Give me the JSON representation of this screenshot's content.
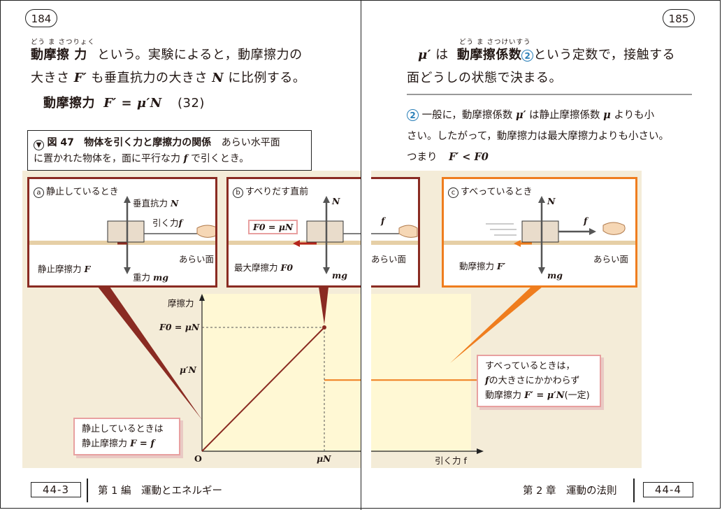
{
  "pages": {
    "left": {
      "number": "184",
      "ruby_term": "どう ま さつりょく",
      "term": "動摩擦 力",
      "line1_rest": "という。実験によると，動摩擦力の",
      "line2_a": "大きさ",
      "line2_var1": "F′",
      "line2_b": "も垂直抗力の大きさ",
      "line2_var2": "N",
      "line2_c": "に比例する。",
      "formula_label": "動摩擦力",
      "formula": "F′ = μ′N",
      "formula_number": "(32)"
    },
    "right": {
      "number": "185",
      "line1_var": "μ′",
      "line1_a": "は",
      "ruby_term": "どう ま さつけいすう",
      "term": "動摩擦係数",
      "note_mark": "2",
      "line1_b": "という定数で，接触する",
      "line2": "面どうしの状態で決まる。",
      "note_mark_2": "2",
      "note_line1_a": "一般に，動摩擦係数",
      "note_var1": "μ′",
      "note_line1_b": "は静止摩擦係数",
      "note_var2": "μ",
      "note_line1_c": "よりも小",
      "note_line2": "さい。したがって，動摩擦力は最大摩擦力よりも小さい。",
      "note_line3_a": "つまり",
      "note_formula": "F′ < F0"
    }
  },
  "figure": {
    "icon": "down-arrow-circle",
    "label": "図 47",
    "title": "物体を引く力と摩擦力の関係",
    "desc1": "あらい水平面",
    "desc2_a": "に置かれた物体を，面に平行な力",
    "desc2_var": "f",
    "desc2_b": "で引くとき。",
    "panels": [
      {
        "mark": "a",
        "title": "静止しているとき",
        "normal": "垂直抗力",
        "normal_var": "N",
        "pull": "引く力",
        "pull_var": "f",
        "friction": "静止摩擦力",
        "friction_var": "F",
        "gravity": "重力",
        "gravity_var": "mg",
        "surface": "あらい面"
      },
      {
        "mark": "b",
        "title": "すべりだす直前",
        "normal_var": "N",
        "box_label": "F0 = μN",
        "friction": "最大摩擦力",
        "friction_var": "F0",
        "gravity_var": "mg",
        "pull_var": "f",
        "surface": "あらい面"
      },
      {
        "mark": "c",
        "title": "すべっているとき",
        "normal_var": "N",
        "pull_var": "f",
        "friction": "動摩擦力",
        "friction_var": "F′",
        "gravity_var": "mg",
        "surface": "あらい面"
      }
    ],
    "callout_static_1": "静止しているときは",
    "callout_static_2_a": "静止摩擦力",
    "callout_static_2_b": "F = f",
    "callout_slide_1": "すべっているときは，",
    "callout_slide_2_var": "f",
    "callout_slide_2_b": "の大きさにかかわらず",
    "callout_slide_3_a": "動摩擦力",
    "callout_slide_3_b": "F′ = μ′N",
    "callout_slide_3_c": "(一定)"
  },
  "chart_data": {
    "type": "line",
    "ylabel": "摩擦力",
    "xlabel": "引く力 f",
    "origin_label": "O",
    "x_ticks": [
      "μN"
    ],
    "y_ticks": [
      "F0 = μN",
      "μ′N"
    ],
    "series": [
      {
        "points": [
          [
            0,
            0
          ],
          [
            1,
            1
          ]
        ]
      },
      {
        "points": [
          [
            1,
            0.575
          ],
          [
            2.5,
            0.575
          ]
        ]
      }
    ],
    "xlim": [
      0,
      2.5
    ],
    "ylim": [
      0,
      1.1
    ]
  },
  "footer": {
    "left_box": "44-3",
    "left_text": "第 1 編　運動とエネルギー",
    "right_text": "第 2 章　運動の法則",
    "right_box": "44-4"
  },
  "colors": {
    "dark_red": "#8a2b22",
    "orange": "#ef7d1e",
    "accent_blue": "#2a7fb8",
    "chart_bg": "#fff8d4",
    "figure_bg": "#f4ecd8"
  }
}
